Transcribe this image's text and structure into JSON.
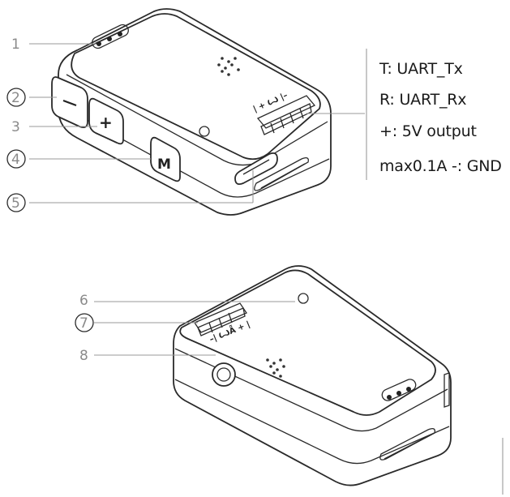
{
  "callouts": [
    "1",
    "2",
    "3",
    "4",
    "5",
    "6",
    "7",
    "8"
  ],
  "legend": [
    "T: UART_Tx",
    "R: UART_Rx",
    "+: 5V output",
    "max0.1A -: GND"
  ],
  "labels": {
    "button_plus": "+",
    "button_m": "M",
    "port_top": "| + Ꙍ |–",
    "port_bottom": "–| ꙌǞ + |"
  }
}
